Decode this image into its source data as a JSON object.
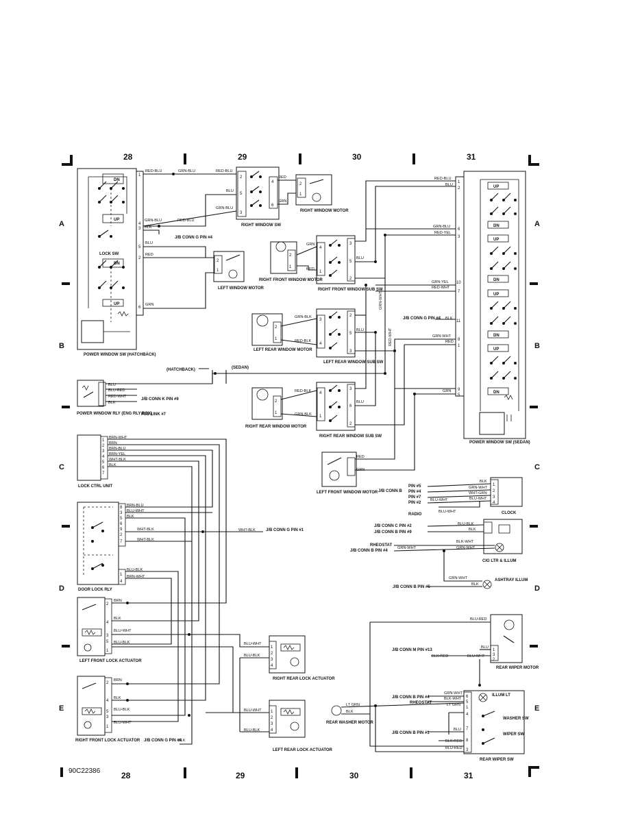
{
  "grid": {
    "columns": [
      "28",
      "29",
      "30",
      "31"
    ],
    "rows": [
      "A",
      "B",
      "C",
      "D",
      "E"
    ],
    "figure_code": "90C22386"
  },
  "components": {
    "pws_hatch": "POWER WINDOW SW (HATCHBACK)",
    "lock_sw": "LOCK SW",
    "dn": "DN",
    "up": "UP",
    "right_window_sw": "RIGHT WINDOW SW",
    "right_window_motor": "RIGHT WINDOW MOTOR",
    "left_window_motor": "LEFT WINDOW MOTOR",
    "right_front_window_motor": "RIGHT FRONT WINDOW MOTOR",
    "right_front_window_sub_sw": "RIGHT FRONT WINDOW SUB SW",
    "left_rear_window_motor": "LEFT REAR WINDOW MOTOR",
    "left_rear_window_sub_sw": "LEFT REAR WINDOW SUB SW",
    "right_rear_window_motor": "RIGHT REAR WINDOW MOTOR",
    "right_rear_window_sub_sw": "RIGHT REAR WINDOW SUB SW",
    "left_front_window_motor": "LEFT FRONT WINDOW MOTOR",
    "pws_sedan": "POWER WINDOW SW (SEDAN)",
    "pw_rly": "POWER WINDOW RLY (ENG RLY BOX)",
    "lock_ctrl": "LOCK CTRL UNIT",
    "door_lock_rly": "DOOR LOCK RLY",
    "lf_lock_act": "LEFT FRONT LOCK ACTUATOR",
    "rf_lock_act": "RIGHT FRONT LOCK ACTUATOR",
    "rr_lock_act": "RIGHT REAR LOCK ACTUATOR",
    "lr_lock_act": "LEFT REAR LOCK ACTUATOR",
    "clock": "CLOCK",
    "cig": "CIG LTR & ILLUM",
    "ashtray": "ASHTRAY ILLUM",
    "rear_wiper_motor": "REAR WIPER MOTOR",
    "rear_wiper_sw": "REAR WIPER SW",
    "rear_washer_motor": "REAR WASHER MOTOR",
    "illum_lt": "ILLUM LT",
    "washer_sw": "WASHER SW",
    "wiper_sw": "WIPER SW"
  },
  "notes": {
    "jb_g4": "J/B CONN G PIN #4",
    "jb_g4b": "J/B CONN G PIN #4",
    "jb_g4c": "J/B CONN G PIN #4",
    "jb_g1": "J/B CONN G PIN #1",
    "fuse_link": "FUS LINK #7",
    "jb_k9": "J/B CONN K PIN #9",
    "hatchback": "(HATCHBACK)",
    "sedan": "(SEDAN)",
    "jb_connb": "J/B CONN B",
    "pin5": "PIN #5",
    "pin4": "PIN #4",
    "pin7": "PIN #7",
    "pin2": "PIN #2",
    "radio": "RADIO",
    "jb_c2": "J/B CONN C PIN #2",
    "jb_b9": "J/B CONN B PIN #9",
    "rheostat": "RHEOSTAT",
    "rheostat2": "RHEOSTAT",
    "jb_b4": "J/B CONN B PIN #4",
    "jb_b4b": "J/B CONN B PIN #4",
    "jb_b5": "J/B CONN B PIN #5",
    "jb_b1": "J/B CONN B PIN #1",
    "jb_m13": "J/B CONN M PIN #13"
  },
  "wires": {
    "red_blu": "RED-BLU",
    "grn_blu": "GRN-BLU",
    "blu": "BLU",
    "red": "RED",
    "grn": "GRN",
    "blk": "BLK",
    "grn_blk": "GRN-BLK",
    "red_blk": "RED-BLK",
    "red_yel": "RED-YEL",
    "grn_yel": "GRN-YEL",
    "red_wht": "RED-WHT",
    "grn_wht": "GRN-WHT",
    "blu_red": "BLU-RED",
    "brn_wht": "BRN-WHT",
    "brn": "BRN",
    "brn_blu": "BRN-BLU",
    "brn_yel": "BRN-YEL",
    "wht_blk": "WHT-BLK",
    "blu_wht": "BLU-WHT",
    "blu_blk": "BLU-BLK",
    "wht_grn": "WHT-GRN",
    "blk_wht": "BLK-WHT",
    "lt_grn": "LT GRN",
    "blk_red": "BLK-RED"
  }
}
